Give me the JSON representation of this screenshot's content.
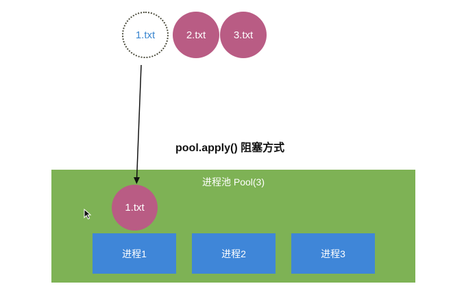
{
  "queue": [
    {
      "label": "1.txt",
      "state": "taken"
    },
    {
      "label": "2.txt",
      "state": "waiting"
    },
    {
      "label": "3.txt",
      "state": "waiting"
    }
  ],
  "title": "pool.apply() 阻塞方式",
  "pool": {
    "label": "进程池 Pool(3)",
    "current_task": "1.txt",
    "processes": [
      "进程1",
      "进程2",
      "进程3"
    ]
  },
  "colors": {
    "task": "#b95c84",
    "pool": "#7eb255",
    "process": "#3f86d8",
    "taken_text": "#3a86cf"
  }
}
